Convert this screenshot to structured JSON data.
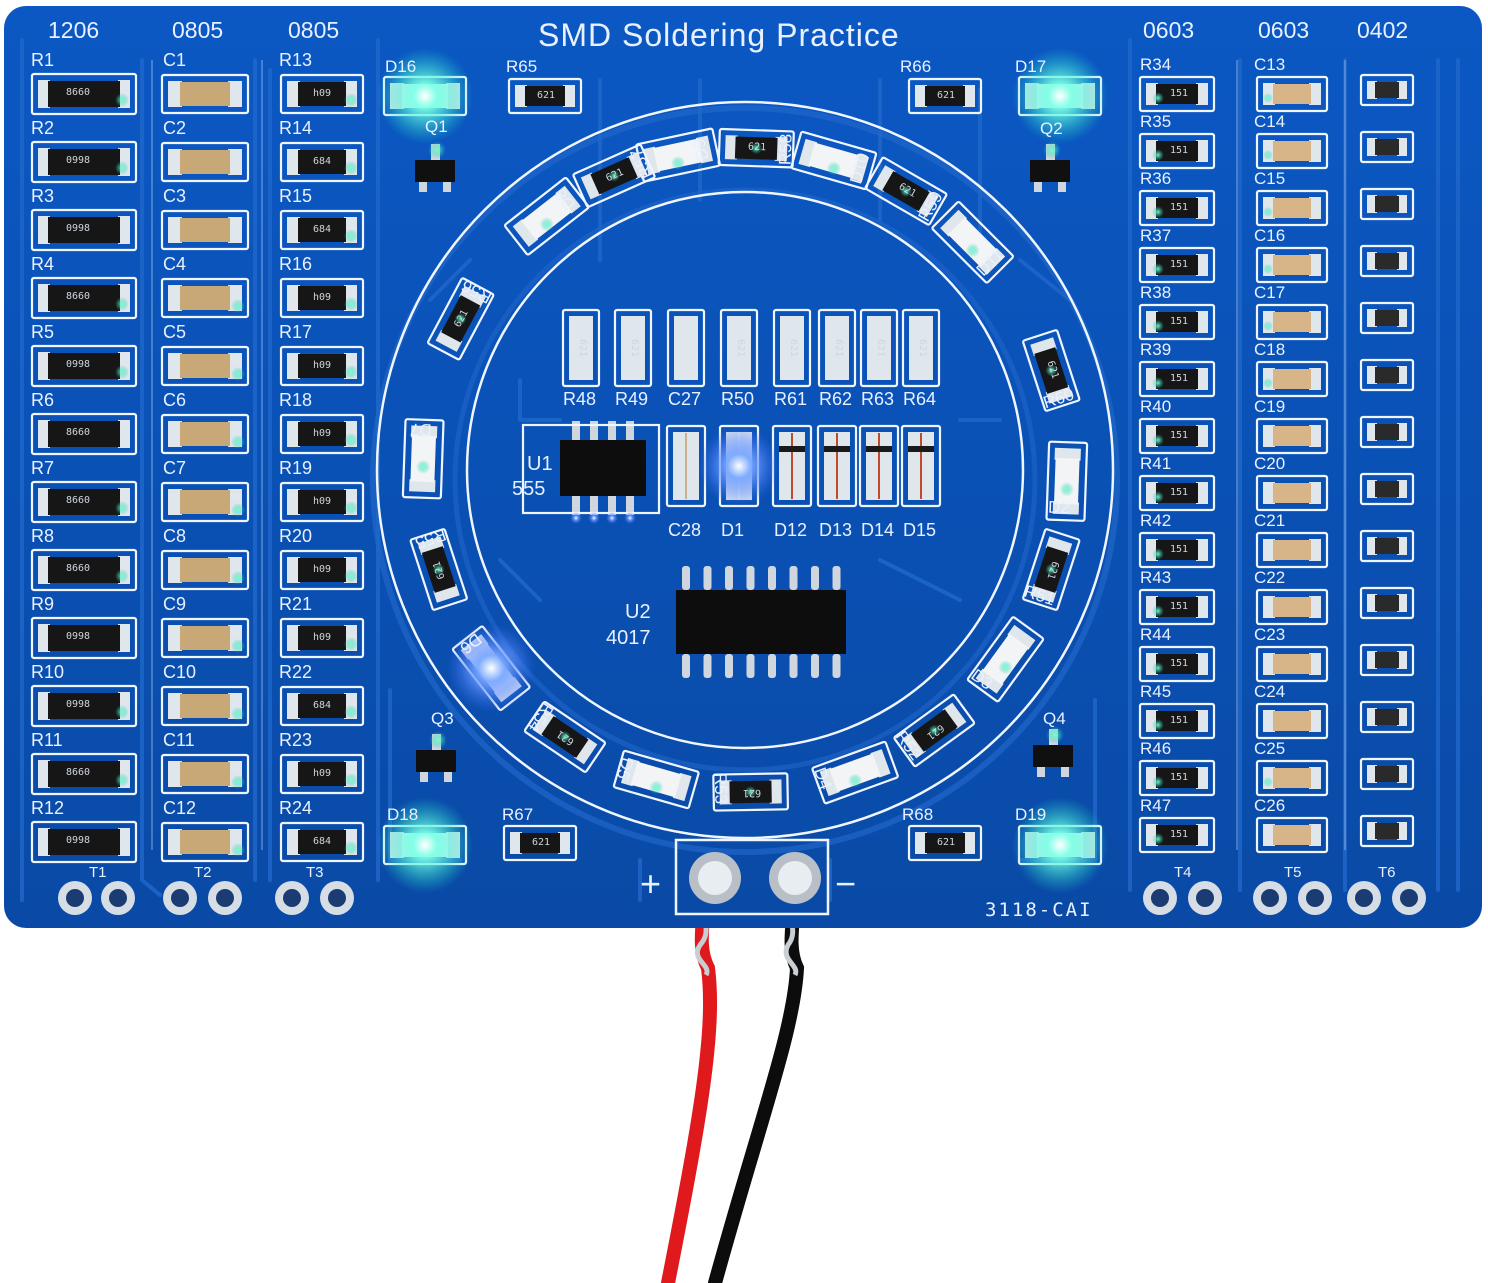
{
  "title": "SMD Soldering Practice",
  "packages": [
    "1206",
    "0805",
    "0805",
    "0603",
    "0603",
    "0402"
  ],
  "board_id": "3118-CAI",
  "power": {
    "plus": "+",
    "minus": "−"
  },
  "ics": {
    "u1_ref": "U1",
    "u1_part": "555",
    "u2_ref": "U2",
    "u2_part": "4017"
  },
  "col1_labels": [
    "R1",
    "R2",
    "R3",
    "R4",
    "R5",
    "R6",
    "R7",
    "R8",
    "R9",
    "R10",
    "R11",
    "R12"
  ],
  "col1_codes": [
    "8660",
    "0998",
    "0998",
    "8660",
    "0998",
    "8660",
    "8660",
    "8660",
    "0998",
    "0998",
    "8660",
    "0998"
  ],
  "col2_labels": [
    "C1",
    "C2",
    "C3",
    "C4",
    "C5",
    "C6",
    "C7",
    "C8",
    "C9",
    "C10",
    "C11",
    "C12"
  ],
  "col3_labels": [
    "R13",
    "R14",
    "R15",
    "R16",
    "R17",
    "R18",
    "R19",
    "R20",
    "R21",
    "R22",
    "R23",
    "R24"
  ],
  "col3_codes": [
    "h09",
    "684",
    "684",
    "h09",
    "h09",
    "h09",
    "h09",
    "h09",
    "h09",
    "684",
    "h09",
    "684"
  ],
  "col4_labels": [
    "R34",
    "R35",
    "R36",
    "R37",
    "R38",
    "R39",
    "R40",
    "R41",
    "R42",
    "R43",
    "R44",
    "R45",
    "R46",
    "R47"
  ],
  "col4_code": "151",
  "col5_labels": [
    "C13",
    "C14",
    "C15",
    "C16",
    "C17",
    "C18",
    "C19",
    "C20",
    "C21",
    "C22",
    "C23",
    "C24",
    "C25",
    "C26"
  ],
  "test_points": [
    "T1",
    "T2",
    "T3",
    "T4",
    "T5",
    "T6"
  ],
  "transistors": [
    "Q1",
    "Q2",
    "Q3",
    "Q4"
  ],
  "corner_leds": [
    "D16",
    "D17",
    "D18",
    "D19"
  ],
  "corner_resistors": [
    "R65",
    "R66",
    "R67",
    "R68"
  ],
  "resistor_code": "621",
  "ring_labels": [
    "D9",
    "R58",
    "D10",
    "R57",
    "R59",
    "D8",
    "D11",
    "R56",
    "R60",
    "D7",
    "D2",
    "R55",
    "R51",
    "D6",
    "D3",
    "R54",
    "R52",
    "D5",
    "R53",
    "D4"
  ],
  "center_resistors": [
    "R48",
    "R49",
    "C27",
    "R50",
    "R61",
    "R62",
    "R63",
    "R64"
  ],
  "center_diodes": [
    "C28",
    "D1",
    "D12",
    "D13",
    "D14",
    "D15"
  ],
  "colors": {
    "board": "#0a4fb0",
    "trace": "#1f66c9",
    "silkscreen": "#e9f1ff",
    "led_cyan": "#56ffd8",
    "led_blue": "#4a8cff",
    "wire_red": "#e0191c",
    "wire_black": "#0c0c0c"
  }
}
